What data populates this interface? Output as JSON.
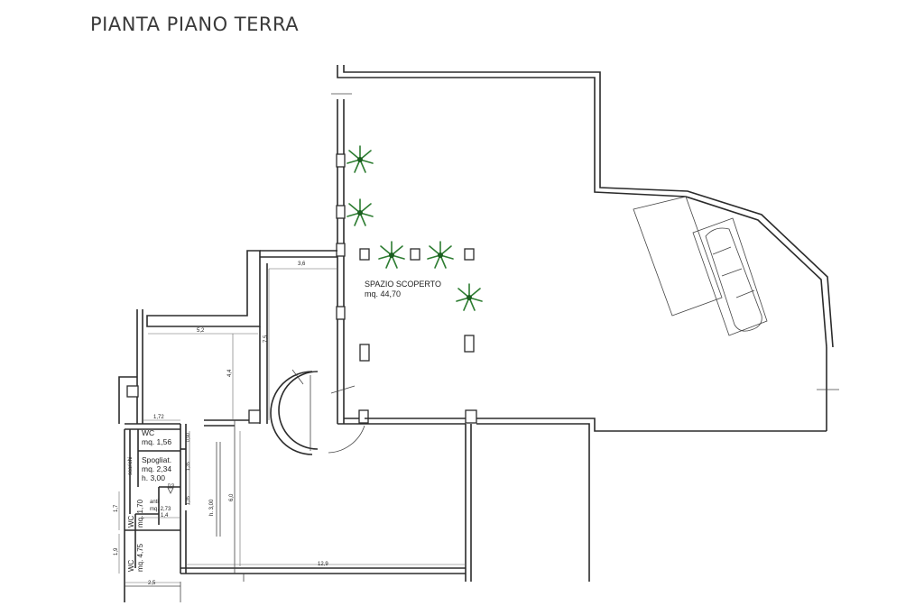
{
  "title": "PIANTA PIANO TERRA",
  "rooms": {
    "outdoor_name": "SPAZIO SCOPERTO",
    "outdoor_area": "mq. 44,70",
    "wc1_name": "WC",
    "wc1_area": "mq. 1,56",
    "spogliat_name": "Spogliat.",
    "spogliat_area": "mq. 2,34",
    "spogliat_height": "h. 3,00",
    "anti_name": "anti",
    "anti_area": "mq. 2,73",
    "wc2_name": "WC",
    "wc2_area": "mq. 1,70",
    "wc3_name": "WC",
    "wc3_area": "mq. 4,75",
    "storage_label": "scarichi",
    "main_height": "h. 3,00"
  },
  "dimensions": {
    "d_3_6": "3,6",
    "d_5_2": "5,2",
    "d_7_5": "7,5",
    "d_4_4": "4,4",
    "d_1_72": "1,72",
    "d_0_90": "0,90",
    "d_1_35": "1,35",
    "d_0_9": "0,9",
    "d_1_35b": "1,35",
    "d_6_0": "6,0",
    "d_1_4": "1,4",
    "d_1_7": "1,7",
    "d_1_9": "1,9",
    "d_12_9": "12,9",
    "d_2_5": "2,5"
  },
  "icons": [
    "plant-icon",
    "car-icon",
    "door-swing-icon"
  ]
}
